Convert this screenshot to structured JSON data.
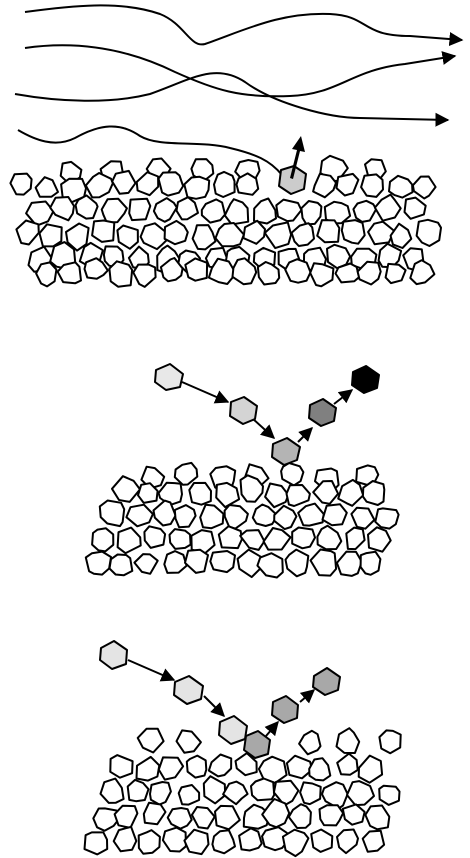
{
  "colors": {
    "background": "#ffffff",
    "outline": "#000000",
    "grain_fill": "#ffffff",
    "mobilized_grain": "#cccccc",
    "panel2_sequence": [
      "#e8e8e8",
      "#d4d4d4",
      "#b4b4b4",
      "#808080",
      "#000000"
    ],
    "panel3_incoming": "#e4e4e4",
    "panel3_ejected": "#a8a8a8"
  },
  "panels": [
    {
      "id": "flow-entrainment",
      "description_elements": [
        "flow-streamline",
        "sediment-bed",
        "lifted-grain",
        "lift-arrow"
      ]
    },
    {
      "id": "saltation-rebound",
      "description_elements": [
        "saltating-grain",
        "trajectory-arrow",
        "sediment-bed"
      ]
    },
    {
      "id": "splash-impact",
      "description_elements": [
        "impacting-grain",
        "ejected-grain",
        "trajectory-arrow",
        "sediment-bed"
      ]
    }
  ]
}
